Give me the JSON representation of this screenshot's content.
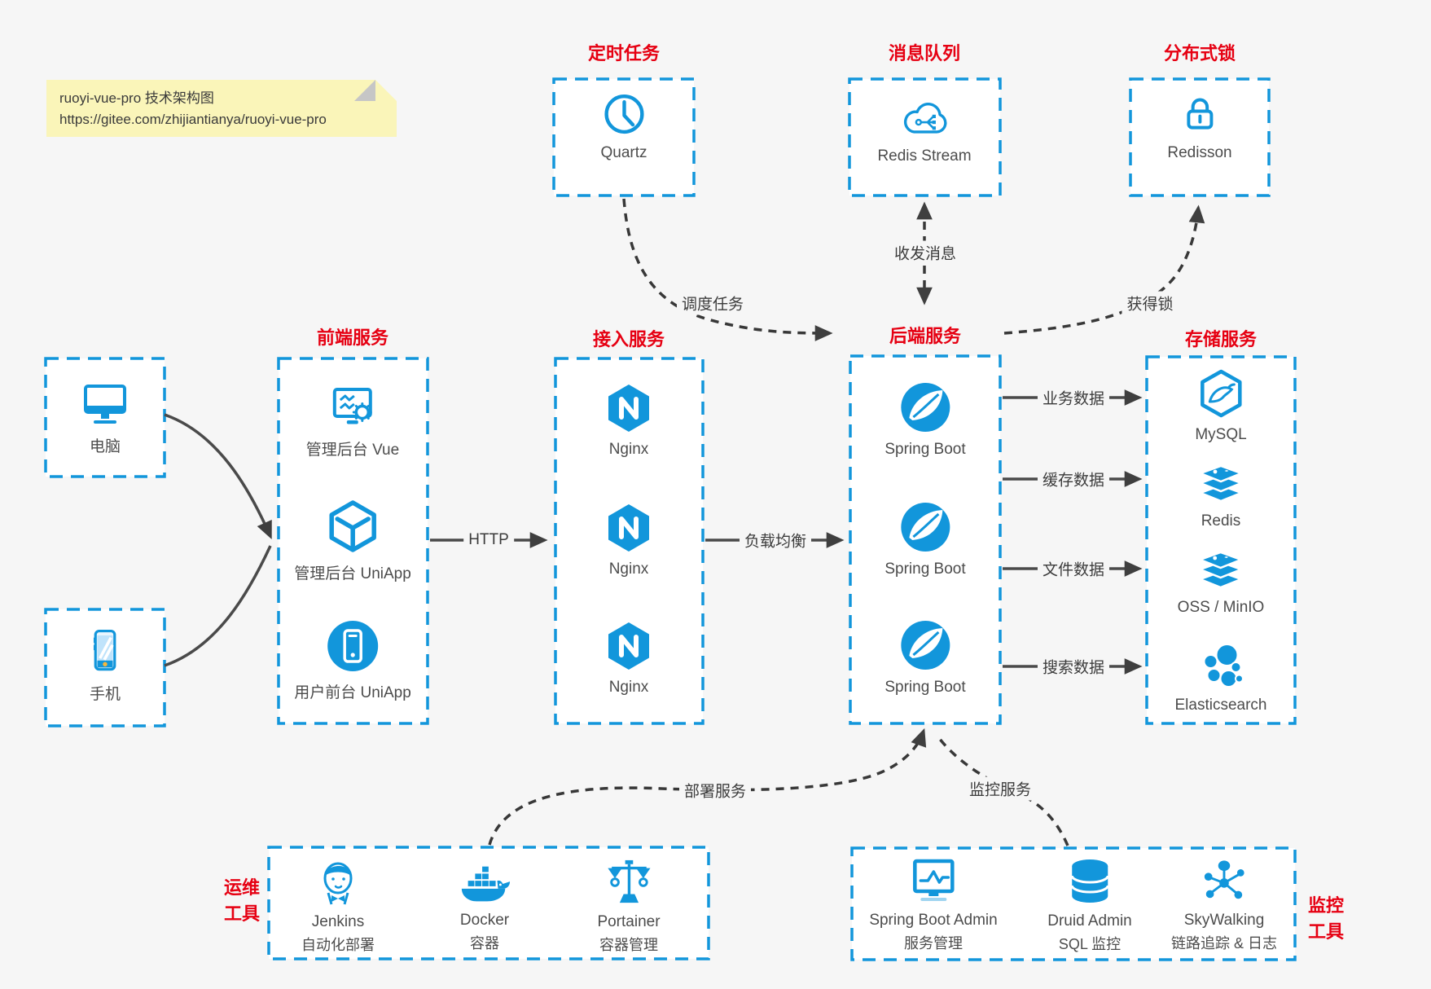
{
  "note": {
    "line1": "ruoyi-vue-pro 技术架构图",
    "line2": "https://gitee.com/zhijiantianya/ruoyi-vue-pro"
  },
  "colors": {
    "accent_blue": "#1296db",
    "title_red": "#e60012",
    "arrow_dark": "#4a4a4a",
    "note_bg": "#faf5b9",
    "page_bg": "#f6f6f6"
  },
  "groups": {
    "scheduler": {
      "title": "定时任务",
      "items": [
        {
          "label": "Quartz",
          "icon": "clock-icon"
        }
      ]
    },
    "mq": {
      "title": "消息队列",
      "items": [
        {
          "label": "Redis Stream",
          "icon": "cloud-stream-icon"
        }
      ]
    },
    "lock": {
      "title": "分布式锁",
      "items": [
        {
          "label": "Redisson",
          "icon": "lock-icon"
        }
      ]
    },
    "clients": {
      "items": [
        {
          "label": "电脑",
          "icon": "desktop-icon"
        },
        {
          "label": "手机",
          "icon": "mobile-icon"
        }
      ]
    },
    "frontend": {
      "title": "前端服务",
      "items": [
        {
          "label": "管理后台 Vue",
          "icon": "admin-vue-icon"
        },
        {
          "label": "管理后台 UniApp",
          "icon": "uniapp-cube-icon"
        },
        {
          "label": "用户前台 UniApp",
          "icon": "user-uniapp-icon"
        }
      ]
    },
    "access": {
      "title": "接入服务",
      "items": [
        {
          "label": "Nginx",
          "icon": "nginx-icon"
        },
        {
          "label": "Nginx",
          "icon": "nginx-icon"
        },
        {
          "label": "Nginx",
          "icon": "nginx-icon"
        }
      ]
    },
    "backend": {
      "title": "后端服务",
      "items": [
        {
          "label": "Spring Boot",
          "icon": "spring-icon"
        },
        {
          "label": "Spring Boot",
          "icon": "spring-icon"
        },
        {
          "label": "Spring Boot",
          "icon": "spring-icon"
        }
      ]
    },
    "storage": {
      "title": "存储服务",
      "items": [
        {
          "label": "MySQL",
          "icon": "mysql-icon"
        },
        {
          "label": "Redis",
          "icon": "redis-stack-icon"
        },
        {
          "label": "OSS / MinIO",
          "icon": "redis-stack-icon"
        },
        {
          "label": "Elasticsearch",
          "icon": "elasticsearch-icon"
        }
      ]
    },
    "ops": {
      "title_line1": "运维",
      "title_line2": "工具",
      "items": [
        {
          "name": "Jenkins",
          "desc": "自动化部署",
          "icon": "jenkins-icon"
        },
        {
          "name": "Docker",
          "desc": "容器",
          "icon": "docker-icon"
        },
        {
          "name": "Portainer",
          "desc": "容器管理",
          "icon": "portainer-icon"
        }
      ]
    },
    "monitoring": {
      "title_line1": "监控",
      "title_line2": "工具",
      "items": [
        {
          "name": "Spring Boot Admin",
          "desc": "服务管理",
          "icon": "sba-monitor-icon"
        },
        {
          "name": "Druid Admin",
          "desc": "SQL 监控",
          "icon": "druid-db-icon"
        },
        {
          "name": "SkyWalking",
          "desc": "链路追踪 & 日志",
          "icon": "skywalking-icon"
        }
      ]
    }
  },
  "edges": {
    "http": "HTTP",
    "load_balance": "负载均衡",
    "biz_data": "业务数据",
    "cache_data": "缓存数据",
    "file_data": "文件数据",
    "search_data": "搜索数据",
    "schedule_task": "调度任务",
    "send_receive_msg": "收发消息",
    "acquire_lock": "获得锁",
    "deploy_service": "部署服务",
    "monitor_service": "监控服务"
  }
}
